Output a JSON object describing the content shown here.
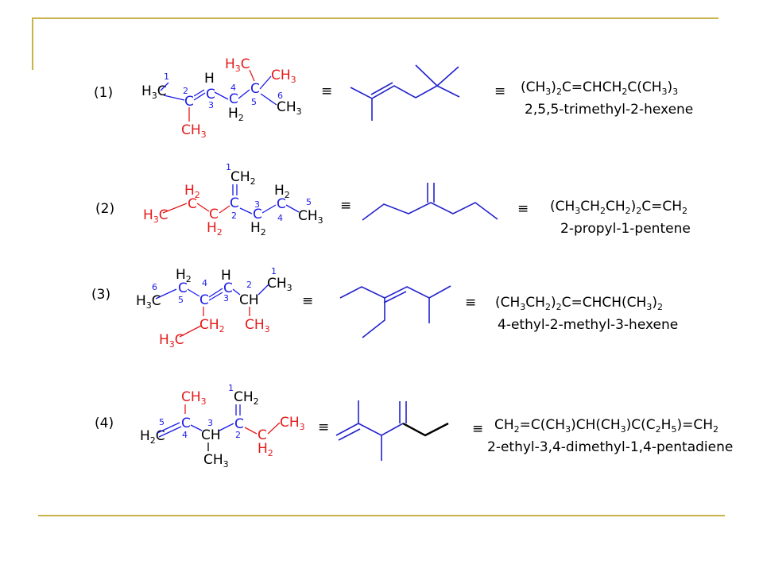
{
  "equiv_symbol": "≡",
  "colors": {
    "main_chain": "#1a1ae6",
    "substituent": "#e31b1b",
    "rule": "#c8b34a"
  },
  "molecules": [
    {
      "index": "(1)",
      "condensed_parts": [
        "(CH",
        "3",
        ")",
        "2",
        "C=CHCH",
        "2",
        "C(CH",
        "3",
        ")",
        "3"
      ],
      "name": "2,5,5-trimethyl-2-hexene"
    },
    {
      "index": "(2)",
      "condensed_parts": [
        "(CH",
        "3",
        "CH",
        "2",
        "CH",
        "2",
        ")",
        "2",
        "C=CH",
        "2"
      ],
      "name": "2-propyl-1-pentene"
    },
    {
      "index": "(3)",
      "condensed_parts": [
        "(CH",
        "3",
        "CH",
        "2",
        ")",
        "2",
        "C=CHCH(CH",
        "3",
        ")",
        "2"
      ],
      "name": "4-ethyl-2-methyl-3-hexene"
    },
    {
      "index": "(4)",
      "condensed_parts": [
        "CH",
        "2",
        "=C(CH",
        "3",
        ")CH(CH",
        "3",
        ")C(C",
        "2",
        "H",
        "5",
        ")=CH",
        "2"
      ],
      "name": "2-ethyl-3,4-dimethyl-1,4-pentadiene"
    }
  ]
}
